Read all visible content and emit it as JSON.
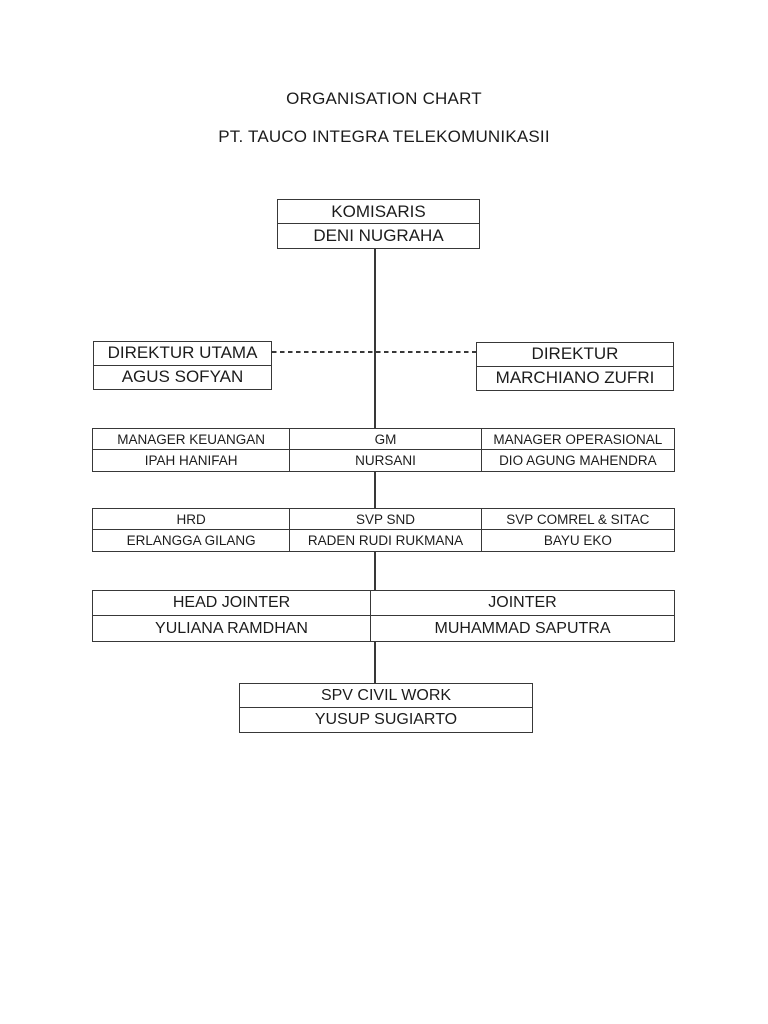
{
  "document": {
    "title": "ORGANISATION CHART",
    "subtitle": "PT. TAUCO INTEGRA TELEKOMUNIKASII"
  },
  "org": {
    "komisaris": {
      "role": "KOMISARIS",
      "person": "DENI NUGRAHA"
    },
    "direktur_utama": {
      "role": "DIREKTUR UTAMA",
      "person": "AGUS SOFYAN"
    },
    "direktur": {
      "role": "DIREKTUR",
      "person": "MARCHIANO ZUFRI"
    },
    "manager_row": [
      {
        "role": "MANAGER KEUANGAN",
        "person": "IPAH HANIFAH"
      },
      {
        "role": "GM",
        "person": "NURSANI"
      },
      {
        "role": "MANAGER OPERASIONAL",
        "person": "DIO AGUNG MAHENDRA"
      }
    ],
    "svp_row": [
      {
        "role": "HRD",
        "person": "ERLANGGA GILANG"
      },
      {
        "role": "SVP SND",
        "person": "RADEN RUDI RUKMANA"
      },
      {
        "role": "SVP COMREL & SITAC",
        "person": "BAYU EKO"
      }
    ],
    "jointer_row": [
      {
        "role": "HEAD JOINTER",
        "person": "YULIANA RAMDHAN"
      },
      {
        "role": "JOINTER",
        "person": "MUHAMMAD SAPUTRA"
      }
    ],
    "spv_civil_work": {
      "role": "SPV CIVIL WORK",
      "person": "YUSUP SUGIARTO"
    }
  },
  "colors": {
    "border": "#383838",
    "text": "#1c1c1c",
    "background": "#ffffff"
  }
}
